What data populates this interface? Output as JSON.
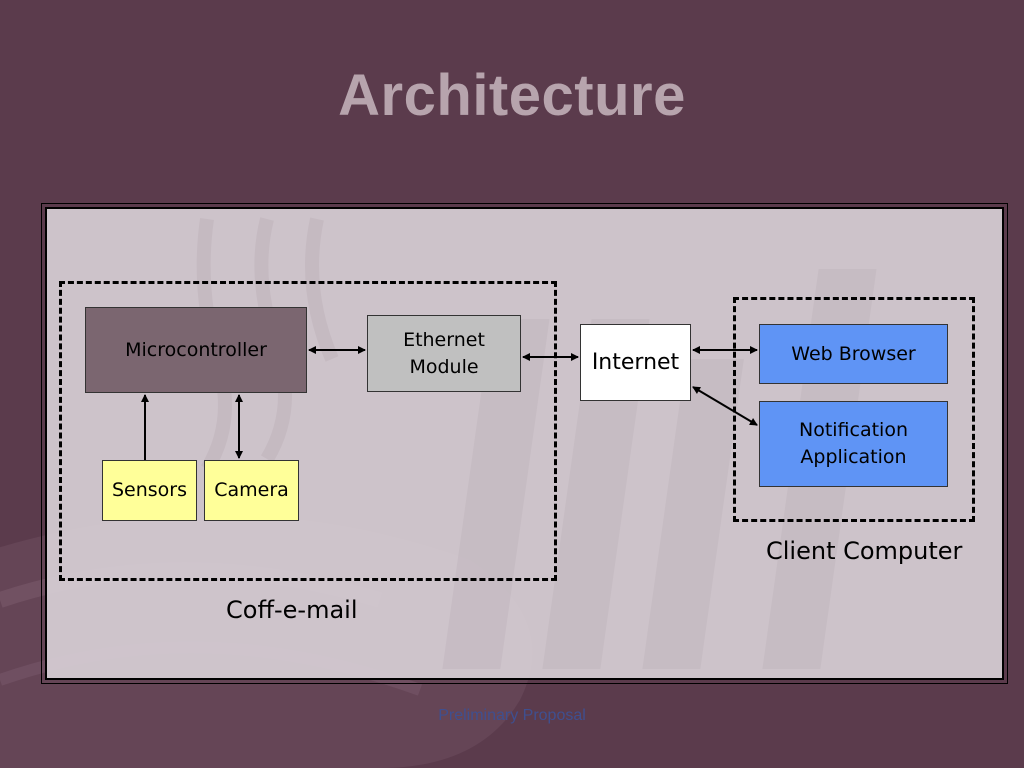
{
  "slide": {
    "title": "Architecture",
    "footer": "Preliminary Proposal"
  },
  "diagram": {
    "groups": {
      "device": {
        "label": "Coff-e-mail"
      },
      "client": {
        "label": "Client Computer"
      }
    },
    "nodes": {
      "microcontroller": {
        "label": "Microcontroller",
        "color": "#7b6670"
      },
      "ethernet": {
        "label": "Ethernet Module",
        "color": "#c0c0c0"
      },
      "internet": {
        "label": "Internet",
        "color": "#ffffff"
      },
      "sensors": {
        "label": "Sensors",
        "color": "#ffff99"
      },
      "camera": {
        "label": "Camera",
        "color": "#ffff99"
      },
      "web_browser": {
        "label": "Web Browser",
        "color": "#5f94f5"
      },
      "notification": {
        "label": "Notification Application",
        "color": "#5f94f5"
      }
    },
    "edges": [
      {
        "from": "Microcontroller",
        "to": "Ethernet Module",
        "direction": "both"
      },
      {
        "from": "Ethernet Module",
        "to": "Internet",
        "direction": "both"
      },
      {
        "from": "Sensors",
        "to": "Microcontroller",
        "direction": "forward"
      },
      {
        "from": "Camera",
        "to": "Microcontroller",
        "direction": "both"
      },
      {
        "from": "Internet",
        "to": "Web Browser",
        "direction": "both"
      },
      {
        "from": "Internet",
        "to": "Notification Application",
        "direction": "both"
      }
    ]
  }
}
